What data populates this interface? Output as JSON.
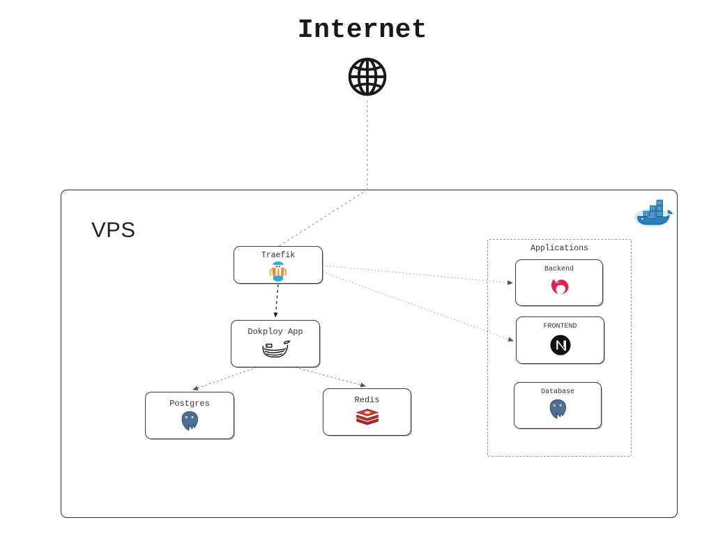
{
  "diagram": {
    "title": "Internet",
    "container": {
      "label": "VPS",
      "corner_icon": "docker-icon"
    },
    "group": {
      "label": "Applications"
    },
    "nodes": [
      {
        "id": "traefik",
        "label": "Traefik",
        "icon": "traefik-icon"
      },
      {
        "id": "dokploy",
        "label": "Dokploy App",
        "icon": "docker-whale-outline-icon"
      },
      {
        "id": "postgres",
        "label": "Postgres",
        "icon": "postgresql-elephant-icon"
      },
      {
        "id": "redis",
        "label": "Redis",
        "icon": "redis-icon"
      },
      {
        "id": "backend",
        "label": "Backend",
        "icon": "nestjs-icon"
      },
      {
        "id": "frontend",
        "label": "FRONTEND",
        "icon": "nextjs-icon"
      },
      {
        "id": "database",
        "label": "Database",
        "icon": "postgresql-elephant-icon"
      }
    ],
    "internet_icon": "globe-icon",
    "edges": [
      {
        "from": "internet",
        "to": "traefik",
        "style": "dotted"
      },
      {
        "from": "traefik",
        "to": "dokploy",
        "style": "dashed"
      },
      {
        "from": "traefik",
        "to": "backend",
        "style": "dotted"
      },
      {
        "from": "traefik",
        "to": "frontend",
        "style": "dotted"
      },
      {
        "from": "dokploy",
        "to": "postgres",
        "style": "dotted"
      },
      {
        "from": "dokploy",
        "to": "redis",
        "style": "dotted"
      }
    ],
    "colors": {
      "background": "#ffffff",
      "stroke": "#2b2b2b",
      "edge": "#8a8a8a",
      "group_border": "#9a9a9a",
      "nestjs_red": "#e0234e",
      "redis_red": "#c6302b",
      "postgres_blue": "#4d6f95",
      "nextjs_black": "#111111",
      "docker_blue": "#2496ed",
      "traefik_orange": "#f5871f",
      "traefik_blue": "#24a0d8"
    }
  }
}
